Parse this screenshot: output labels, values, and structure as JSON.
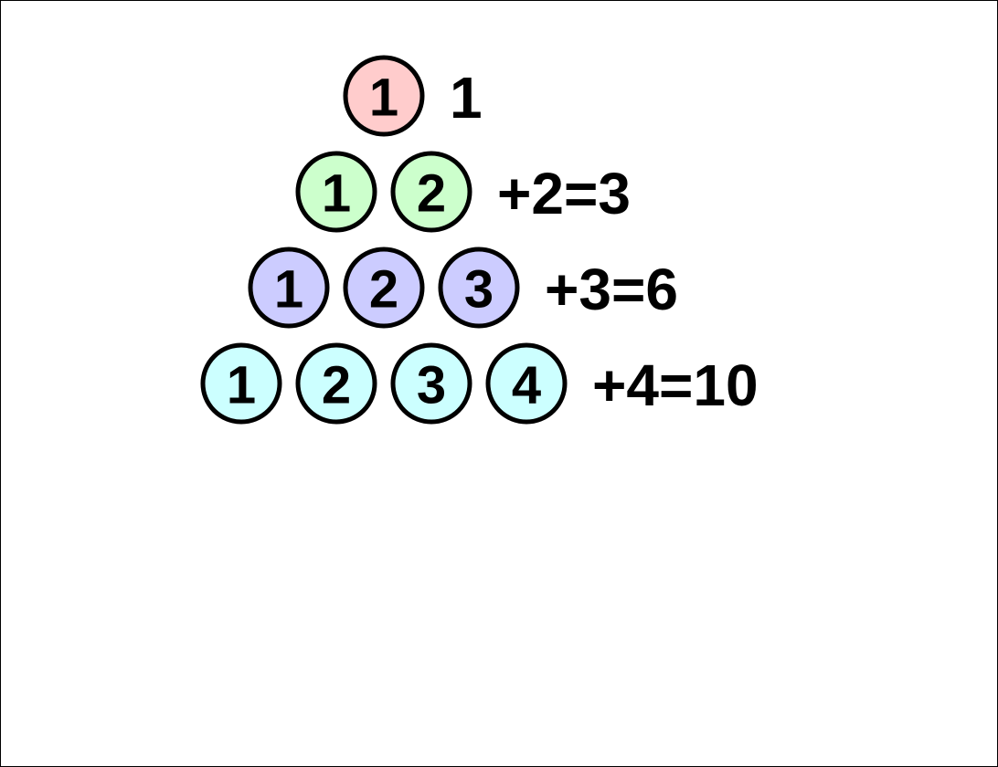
{
  "rows": [
    {
      "color": "#ffcccc",
      "circles": [
        "1"
      ],
      "label": "1"
    },
    {
      "color": "#ccffcc",
      "circles": [
        "1",
        "2"
      ],
      "label": "+2=3"
    },
    {
      "color": "#ccccff",
      "circles": [
        "1",
        "2",
        "3"
      ],
      "label": "+3=6"
    },
    {
      "color": "#ccffff",
      "circles": [
        "1",
        "2",
        "3",
        "4"
      ],
      "label": "+4=10"
    }
  ]
}
